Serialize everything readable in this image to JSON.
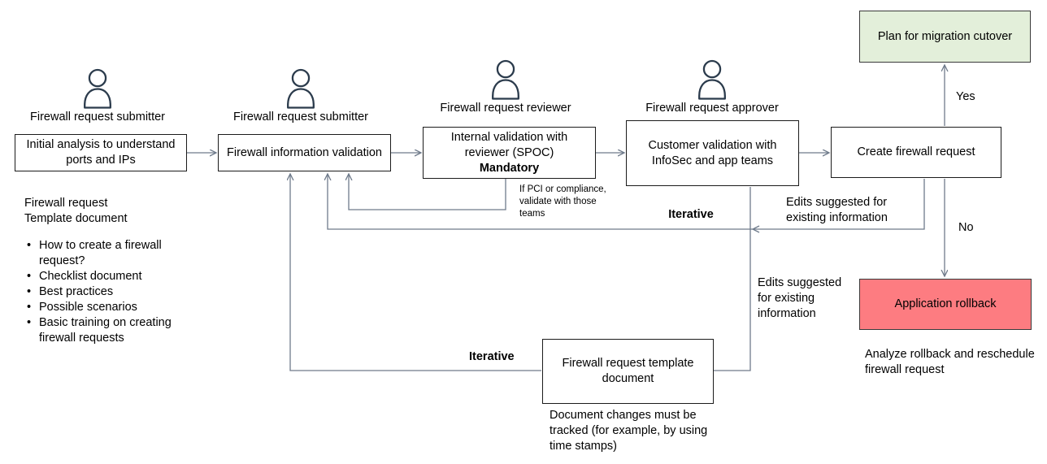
{
  "colors": {
    "cutover_fill": "#e3efda",
    "rollback_fill": "#fd7c81",
    "connector_line": "#6f7b8b",
    "box_border": "#1b1b1b",
    "person_icon": "#2b3b4c"
  },
  "actors": [
    {
      "label": "Firewall request submitter"
    },
    {
      "label": "Firewall request submitter"
    },
    {
      "label": "Firewall request reviewer"
    },
    {
      "label": "Firewall request approver"
    }
  ],
  "nodes": {
    "initial_analysis": {
      "label": "Initial analysis to understand ports and IPs"
    },
    "firewall_info_validation": {
      "label": "Firewall information validation"
    },
    "internal_validation": {
      "label": "Internal validation with reviewer (SPOC)",
      "emphasis": "Mandatory"
    },
    "customer_validation": {
      "label": "Customer validation with InfoSec and app teams"
    },
    "create_request": {
      "label": "Create firewall request"
    },
    "migration_cutover": {
      "label": "Plan for migration cutover"
    },
    "application_rollback": {
      "label": "Application rollback"
    },
    "template_document": {
      "label": "Firewall request template document"
    }
  },
  "notes": {
    "template_heading": "Firewall request\nTemplate document",
    "bullets": [
      "How to create a firewall request?",
      "Checklist document",
      "Best practices",
      "Possible scenarios",
      "Basic training on creating firewall requests"
    ],
    "pci": "If PCI or compliance, validate with those teams",
    "iterative_top": "Iterative",
    "iterative_bottom": "Iterative",
    "edits_top": "Edits suggested for existing information",
    "edits_side": "Edits suggested for existing information",
    "yes": "Yes",
    "no": "No",
    "rollback_note": "Analyze rollback and reschedule firewall request",
    "doc_changes": "Document changes must be tracked (for example, by using time stamps)"
  }
}
